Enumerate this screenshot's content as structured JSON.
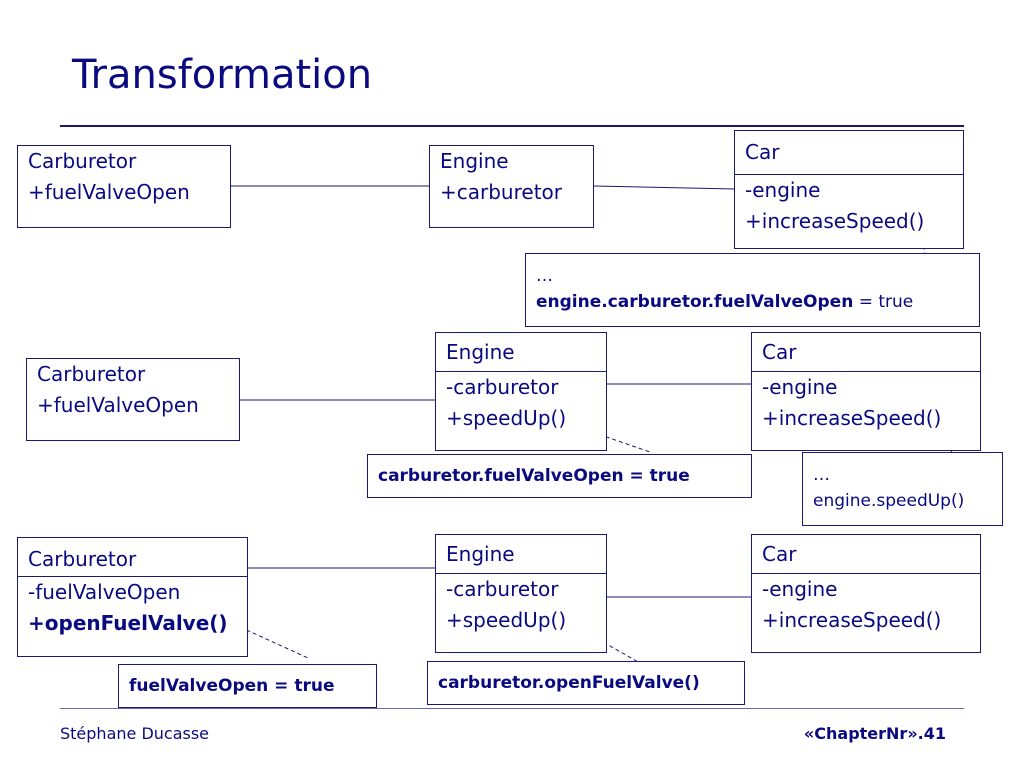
{
  "title": "Transformation",
  "row1": {
    "carburetor": {
      "name": "Carburetor",
      "attr": "+fuelValveOpen"
    },
    "engine": {
      "name": "Engine",
      "attr": "+carburetor"
    },
    "car": {
      "name": "Car",
      "attr": "-engine",
      "method": "+increaseSpeed()"
    },
    "note": {
      "line1": "…",
      "code_bold": "engine.carburetor.fuelValveOpen",
      "code_rest": " = true"
    }
  },
  "row2": {
    "carburetor": {
      "name": "Carburetor",
      "attr": "+fuelValveOpen"
    },
    "engine": {
      "name": "Engine",
      "attr": "-carburetor",
      "method": "+speedUp()"
    },
    "car": {
      "name": "Car",
      "attr": "-engine",
      "method": "+increaseSpeed()"
    },
    "engine_note": "carburetor.fuelValveOpen = true",
    "car_note": {
      "line1": "…",
      "line2": "engine.speedUp()"
    }
  },
  "row3": {
    "carburetor": {
      "name": "Carburetor",
      "attr": "-fuelValveOpen",
      "method": "+openFuelValve()"
    },
    "engine": {
      "name": "Engine",
      "attr": "-carburetor",
      "method": "+speedUp()"
    },
    "car": {
      "name": "Car",
      "attr": "-engine",
      "method": "+increaseSpeed()"
    },
    "carburetor_note": "fuelValveOpen = true",
    "engine_note": "carburetor.openFuelValve()"
  },
  "footer": {
    "author": "Stéphane Ducasse",
    "page": "«ChapterNr».41"
  },
  "colors": {
    "text": "#0a0a80",
    "lines": "#1a1a6e"
  }
}
